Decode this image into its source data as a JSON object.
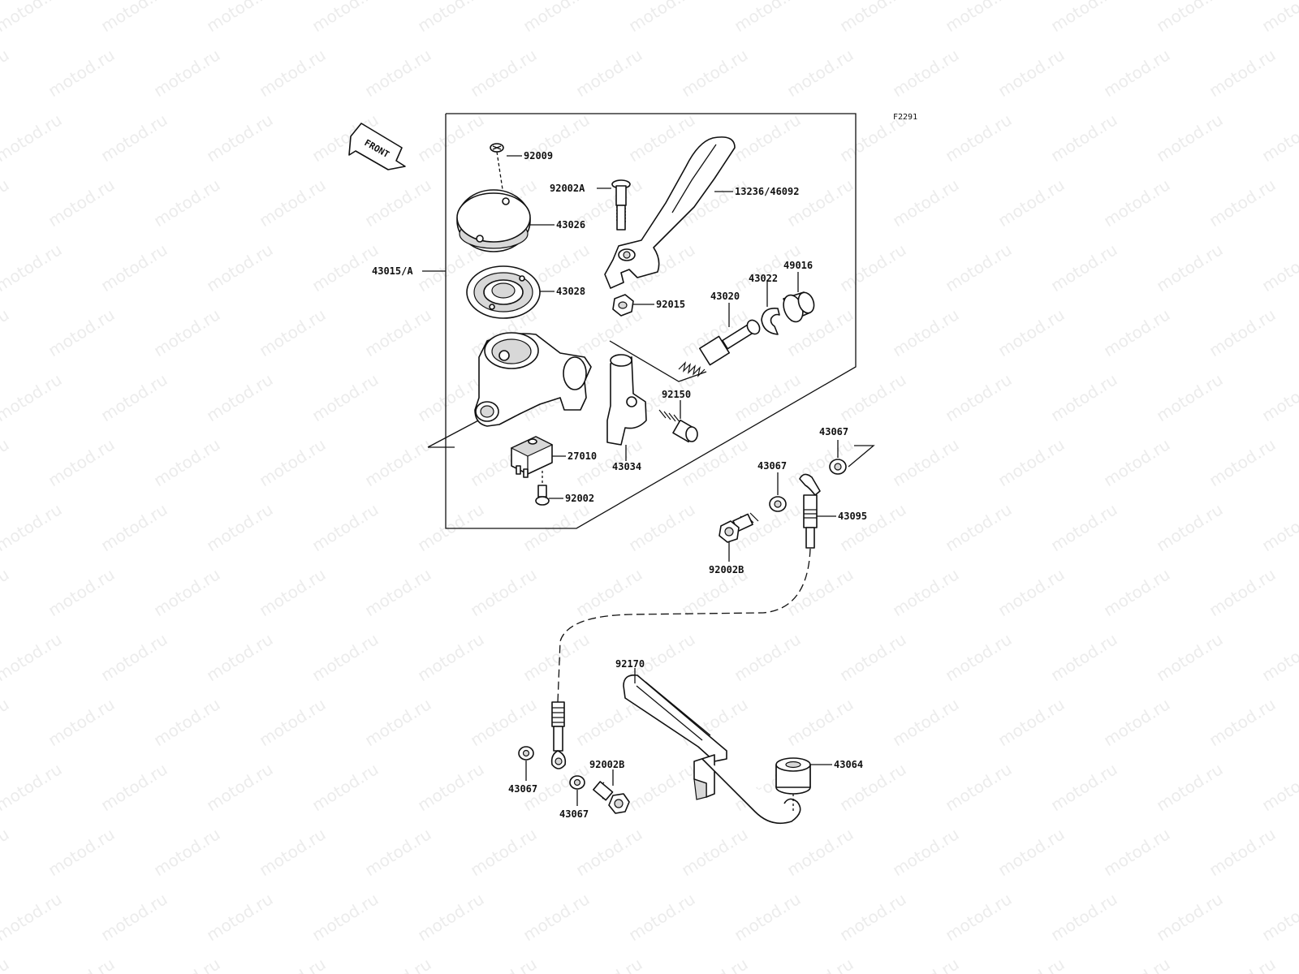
{
  "figure": {
    "code": "F2291",
    "front_label": "FRONT",
    "watermark": "motod.ru",
    "colors": {
      "line": "#111111",
      "watermark": "#ececec",
      "shade": "#d8d8d8"
    }
  },
  "parts": [
    {
      "id": "92009",
      "label": "92009"
    },
    {
      "id": "92002A",
      "label": "92002A"
    },
    {
      "id": "13236-46092",
      "label": "13236/46092"
    },
    {
      "id": "43026",
      "label": "43026"
    },
    {
      "id": "43015-A",
      "label": "43015/A"
    },
    {
      "id": "43028",
      "label": "43028"
    },
    {
      "id": "92015",
      "label": "92015"
    },
    {
      "id": "43020",
      "label": "43020"
    },
    {
      "id": "43022",
      "label": "43022"
    },
    {
      "id": "49016",
      "label": "49016"
    },
    {
      "id": "92150",
      "label": "92150"
    },
    {
      "id": "43067-a",
      "label": "43067"
    },
    {
      "id": "27010",
      "label": "27010"
    },
    {
      "id": "43034",
      "label": "43034"
    },
    {
      "id": "43067-b",
      "label": "43067"
    },
    {
      "id": "92002",
      "label": "92002"
    },
    {
      "id": "43095",
      "label": "43095"
    },
    {
      "id": "92002B-a",
      "label": "92002B"
    },
    {
      "id": "92170",
      "label": "92170"
    },
    {
      "id": "92002B-b",
      "label": "92002B"
    },
    {
      "id": "43064",
      "label": "43064"
    },
    {
      "id": "43067-c",
      "label": "43067"
    },
    {
      "id": "43067-d",
      "label": "43067"
    }
  ]
}
